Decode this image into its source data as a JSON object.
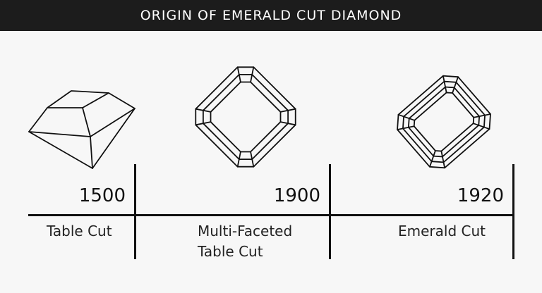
{
  "title": "ORIGIN OF EMERALD CUT DIAMOND",
  "stages": [
    {
      "year": "1500",
      "label_lines": [
        "Table Cut"
      ],
      "icon": "table-cut-diamond-icon"
    },
    {
      "year": "1900",
      "label_lines": [
        "Multi-Faceted",
        "Table Cut"
      ],
      "icon": "multi-faceted-table-cut-icon"
    },
    {
      "year": "1920",
      "label_lines": [
        "Emerald Cut"
      ],
      "icon": "emerald-cut-icon"
    }
  ]
}
